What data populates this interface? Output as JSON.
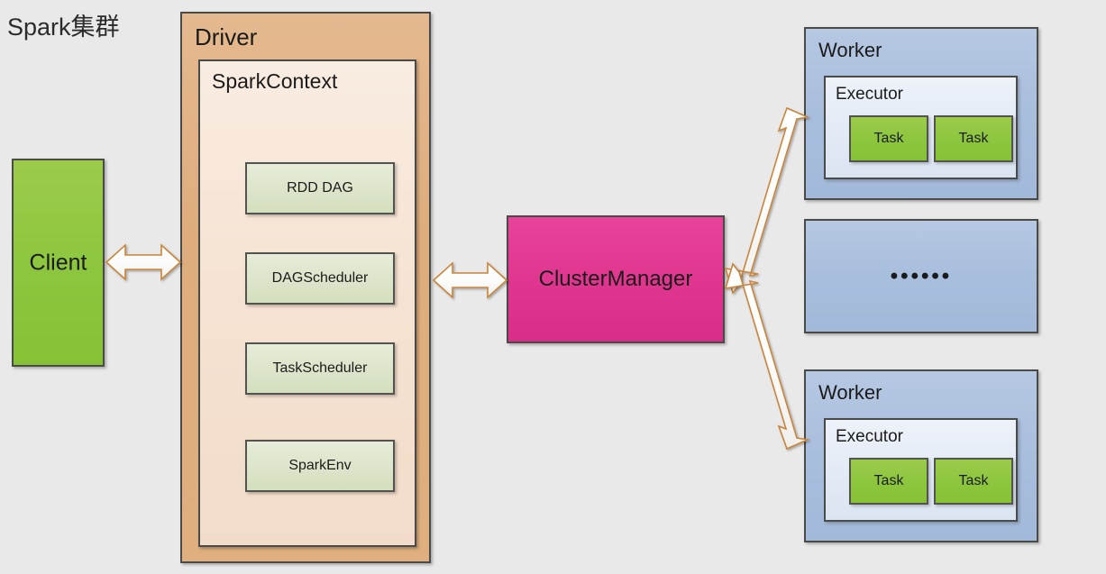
{
  "diagram": {
    "title": "Spark集群",
    "background_color": "#e9e9e9"
  },
  "client": {
    "label": "Client",
    "color": "#8cc63e"
  },
  "driver": {
    "label": "Driver",
    "color": "#ddad7d",
    "spark_context": {
      "label": "SparkContext",
      "color": "#f6e3d3",
      "components": [
        {
          "label": "RDD DAG"
        },
        {
          "label": "DAGScheduler"
        },
        {
          "label": "TaskScheduler"
        },
        {
          "label": "SparkEnv"
        }
      ]
    }
  },
  "cluster_manager": {
    "label": "ClusterManager",
    "color": "#e0368f"
  },
  "workers": [
    {
      "label": "Worker",
      "color": "#a8bedd",
      "executor": {
        "label": "Executor",
        "color": "#e2eaf5",
        "tasks": [
          {
            "label": "Task"
          },
          {
            "label": "Task"
          }
        ]
      }
    },
    {
      "label": "Worker",
      "color": "#a8bedd",
      "executor": {
        "label": "Executor",
        "color": "#e2eaf5",
        "tasks": [
          {
            "label": "Task"
          },
          {
            "label": "Task"
          }
        ]
      }
    }
  ],
  "ellipsis_node": {
    "label": "••••••",
    "color": "#a8bedd"
  },
  "connections": [
    {
      "from": "client",
      "to": "driver",
      "style": "double-headed",
      "color": "#c8853c"
    },
    {
      "from": "driver",
      "to": "cluster_manager",
      "style": "double-headed",
      "color": "#c8853c"
    },
    {
      "from": "cluster_manager",
      "to": "worker-top",
      "style": "double-headed",
      "color": "#c8853c"
    },
    {
      "from": "cluster_manager",
      "to": "worker-bottom",
      "style": "double-headed",
      "color": "#c8853c"
    }
  ]
}
